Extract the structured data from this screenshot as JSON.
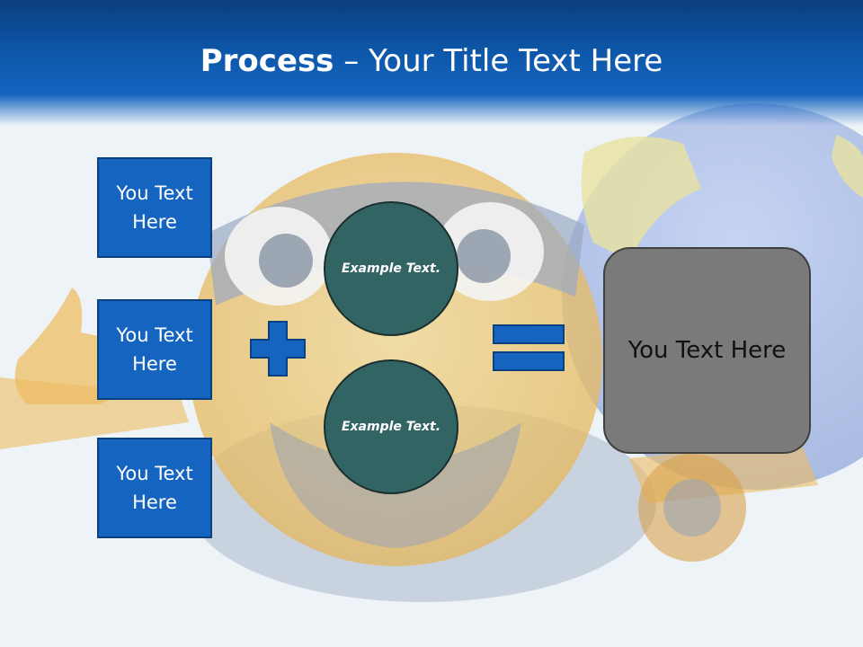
{
  "slide": {
    "title_bold": "Process",
    "title_rest": " – Your Title Text Here",
    "left_boxes": [
      {
        "label": "You Text Here"
      },
      {
        "label": "You Text Here"
      },
      {
        "label": "You Text Here"
      }
    ],
    "circles": [
      {
        "label": "Example Text."
      },
      {
        "label": "Example Text."
      }
    ],
    "result_label": "You Text Here",
    "icons": [
      "plus-icon",
      "equals-icon"
    ],
    "colors": {
      "header": "#1565c0",
      "box_fill": "#1565c0",
      "circle_fill": "#326464",
      "result_fill": "#7a7a7a"
    }
  }
}
